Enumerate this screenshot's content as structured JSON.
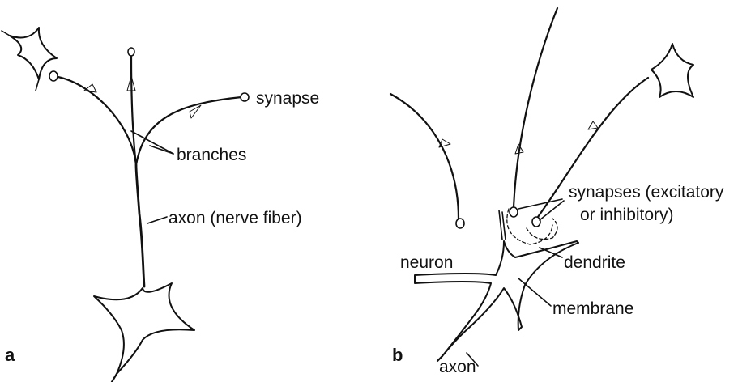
{
  "panel_a": {
    "letter": "a",
    "labels": {
      "synapse": "synapse",
      "branches": "branches",
      "axon": "axon (nerve fiber)"
    }
  },
  "panel_b": {
    "letter": "b",
    "labels": {
      "synapses_line1": "synapses (excitatory",
      "synapses_line2": "or inhibitory)",
      "neuron": "neuron",
      "dendrite": "dendrite",
      "membrane": "membrane",
      "axon": "axon"
    }
  }
}
